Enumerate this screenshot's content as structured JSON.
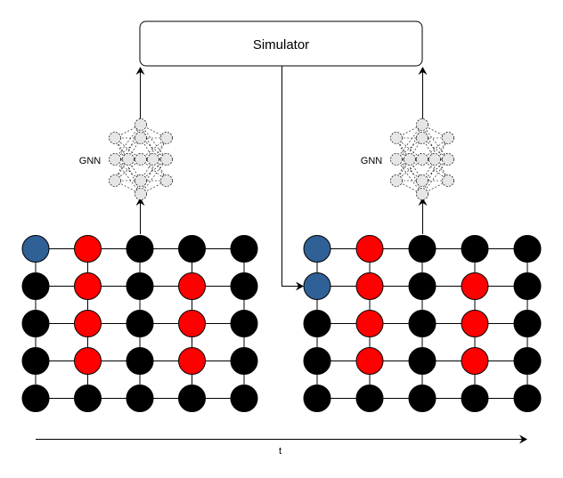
{
  "simulator": {
    "label": "Simulator"
  },
  "gnn_left": {
    "label": "GNN"
  },
  "gnn_right": {
    "label": "GNN"
  },
  "time_axis": {
    "label": "t"
  },
  "colors": {
    "blue": "#2f6196",
    "red": "#ff0000",
    "black": "#000000",
    "nn_node": "#e6e6e6"
  },
  "grid_left": {
    "rows": [
      [
        "blue",
        "red",
        "black",
        "black",
        "black"
      ],
      [
        "black",
        "red",
        "black",
        "red",
        "black"
      ],
      [
        "black",
        "red",
        "black",
        "red",
        "black"
      ],
      [
        "black",
        "red",
        "black",
        "red",
        "black"
      ],
      [
        "black",
        "black",
        "black",
        "black",
        "black"
      ]
    ]
  },
  "grid_right": {
    "rows": [
      [
        "blue",
        "red",
        "black",
        "black",
        "black"
      ],
      [
        "blue",
        "red",
        "black",
        "red",
        "black"
      ],
      [
        "black",
        "red",
        "black",
        "red",
        "black"
      ],
      [
        "black",
        "red",
        "black",
        "red",
        "black"
      ],
      [
        "black",
        "black",
        "black",
        "black",
        "black"
      ]
    ]
  }
}
